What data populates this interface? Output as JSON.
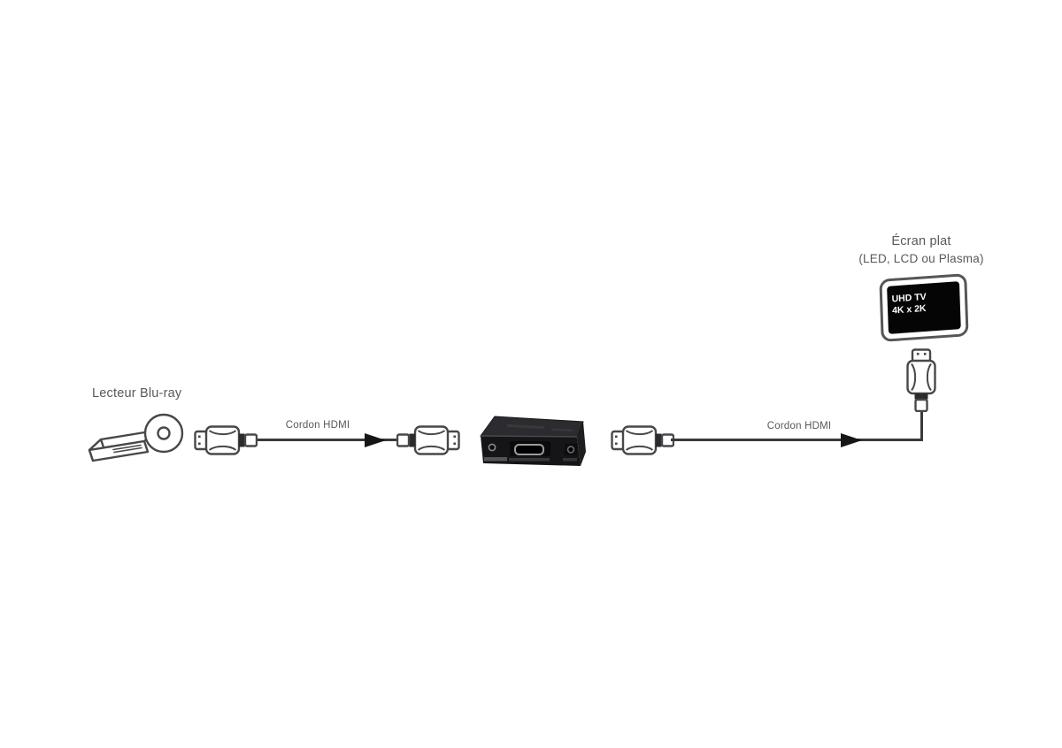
{
  "diagram": {
    "source": {
      "label": "Lecteur Blu-ray"
    },
    "cables": [
      {
        "label": "Cordon HDMI"
      },
      {
        "label": "Cordon HDMI"
      }
    ],
    "display": {
      "title": "Écran plat",
      "subtitle": "(LED, LCD ou Plasma)",
      "screen_line1": "UHD TV",
      "screen_line2": "4K x 2K"
    },
    "icons": [
      "bluray-player-icon",
      "hdmi-connector-icon",
      "hdmi-converter-device-icon",
      "flow-arrow-icon",
      "tv-icon"
    ],
    "colors": {
      "line_art": "#47484a",
      "cable": "#3a3a3c",
      "label_text": "#58595b",
      "arrow": "#161616",
      "device_body": "#151517",
      "screen_bg": "#050505",
      "screen_text": "#ffffff"
    }
  }
}
